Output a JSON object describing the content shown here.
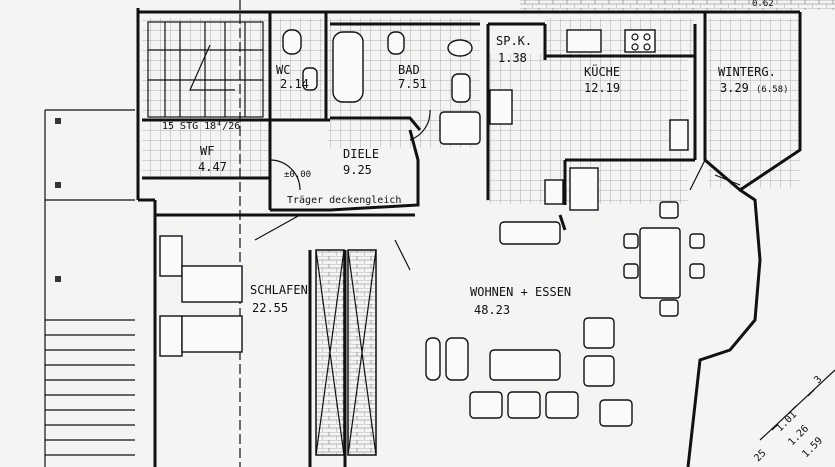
{
  "rooms": {
    "wc": {
      "name": "WC",
      "area": "2.14"
    },
    "bad": {
      "name": "BAD",
      "area": "7.51"
    },
    "speisekammer": {
      "name": "SP.K.",
      "area": "1.38"
    },
    "kueche": {
      "name": "KÜCHE",
      "area": "12.19"
    },
    "wintergarten": {
      "name": "WINTERG.",
      "area": "3.29",
      "area_alt": "(6.58)"
    },
    "wf": {
      "name": "WF",
      "area": "4.47"
    },
    "diele": {
      "name": "DIELE",
      "area": "9.25"
    },
    "schlafen": {
      "name": "SCHLAFEN",
      "area": "22.55"
    },
    "wohnen_essen": {
      "name": "WOHNEN + ESSEN",
      "area": "48.23"
    }
  },
  "annotations": {
    "stair": "15 STG  18⁴/26",
    "level": "±0.00",
    "beam": "Träger deckengleich",
    "top_dim": "0.62"
  },
  "dimensions": [
    "25",
    "1.01",
    "1.26",
    "1.59",
    "3"
  ],
  "colors": {
    "line": "#111111",
    "paper": "#f4f4f2",
    "tile": "#9a9a9a"
  }
}
